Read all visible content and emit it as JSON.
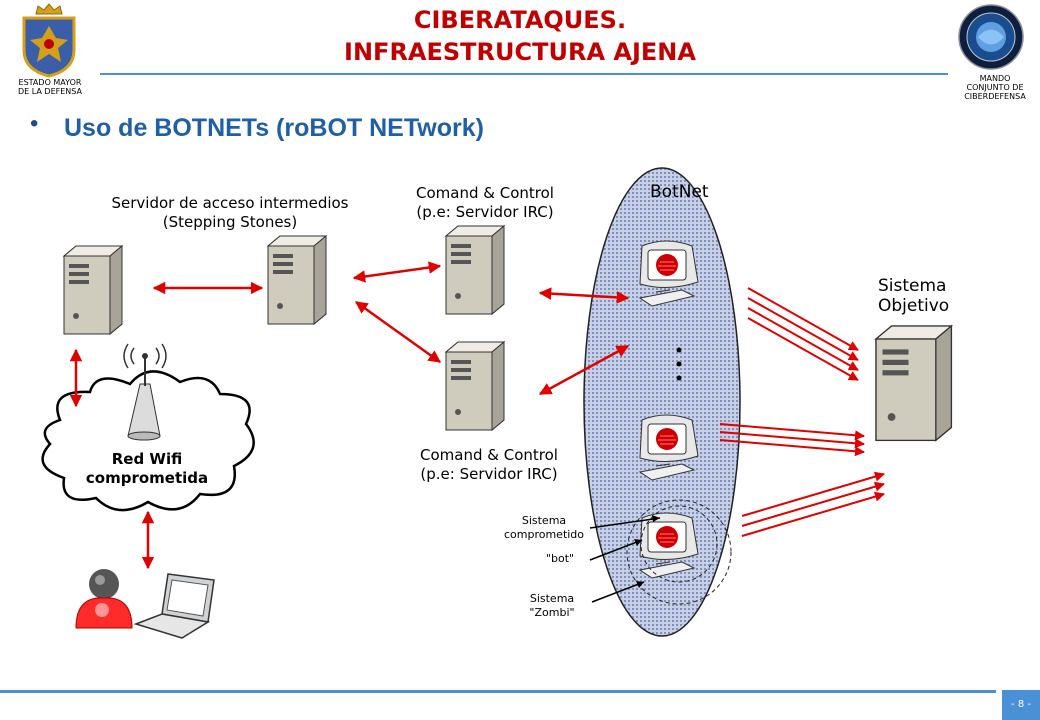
{
  "header": {
    "title_line1": "CIBERATAQUES.",
    "title_line2": "INFRAESTRUCTURA AJENA",
    "left_caption_line1": "ESTADO MAYOR",
    "left_caption_line2": "DE LA DEFENSA",
    "right_caption_line1": "MANDO",
    "right_caption_line2": "CONJUNTO DE",
    "right_caption_line3": "CIBERDEFENSA"
  },
  "bullet": {
    "text": "Uso de BOTNETs (roBOT NETwork)"
  },
  "diagram": {
    "stepping_label_line1": "Servidor de acceso intermedios",
    "stepping_label_line2": "(Stepping Stones)",
    "cc_top_line1": "Comand & Control",
    "cc_top_line2": "(p.e: Servidor IRC)",
    "cc_bottom_line1": "Comand & Control",
    "cc_bottom_line2": "(p.e: Servidor IRC)",
    "botnet_label": "BotNet",
    "target_line1": "Sistema",
    "target_line2": "Objetivo",
    "wifi_line1": "Red Wifi",
    "wifi_line2": "comprometida",
    "compromised_line1": "Sistema",
    "compromised_line2": "comprometido",
    "bot_label": "\"bot\"",
    "zombie_line1": "Sistema",
    "zombie_line2": "\"Zombi\"",
    "arrow_color": "#e00000",
    "botnet_fill": "#a9b6d6"
  },
  "footer": {
    "page_number": "- 8 -"
  }
}
